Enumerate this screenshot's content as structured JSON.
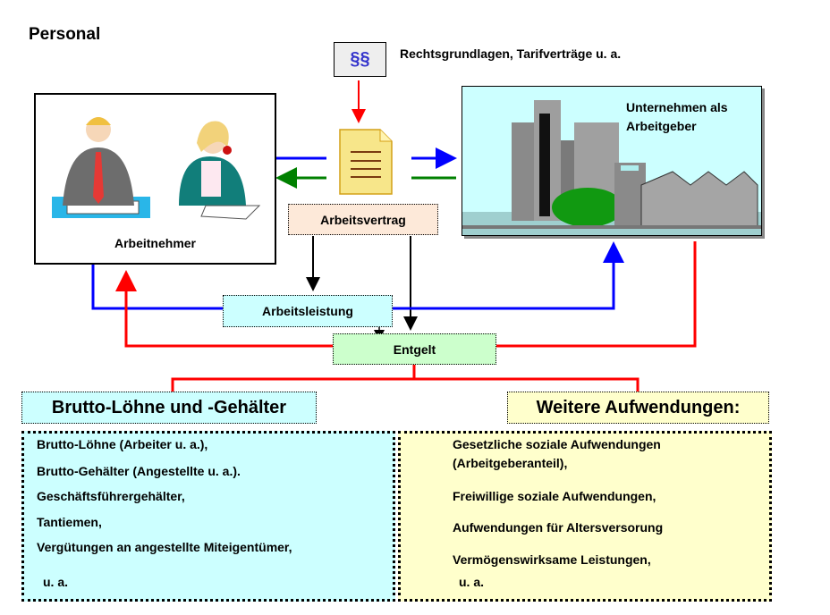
{
  "title": "Personal",
  "law": {
    "icon_symbol": "§§",
    "label": "Rechtsgrundlagen, Tarifverträge u. a."
  },
  "employee": {
    "label": "Arbeitnehmer"
  },
  "employer": {
    "label_line1": "Unternehmen als",
    "label_line2": "Arbeitgeber"
  },
  "contract": {
    "label": "Arbeitsvertrag"
  },
  "work": {
    "label": "Arbeitsleistung"
  },
  "pay": {
    "label": "Entgelt"
  },
  "left_branch": {
    "heading": "Brutto-Löhne und -Gehälter",
    "items": [
      "Brutto-Löhne (Arbeiter u. a.),",
      "Brutto-Gehälter (Angestellte u. a.).",
      "Geschäftsführergehälter,",
      "Tantiemen,",
      "Vergütungen an angestellte Miteigentümer,",
      "u. a."
    ]
  },
  "right_branch": {
    "heading": "Weitere Aufwendungen:",
    "items": [
      "Gesetzliche soziale Aufwendungen",
      "(Arbeitgeberanteil),",
      "Freiwillige soziale Aufwendungen,",
      "Aufwendungen für Altersversorung",
      "Vermögenswirksame Leistungen,",
      "u. a."
    ]
  },
  "colors": {
    "blue": "#0000ff",
    "red": "#ff0000",
    "green": "#008000",
    "cyan_box": "#ccffff",
    "yellow_box": "#ffffcc",
    "green_box": "#ccffcc",
    "peach_box": "#fde9d9"
  }
}
